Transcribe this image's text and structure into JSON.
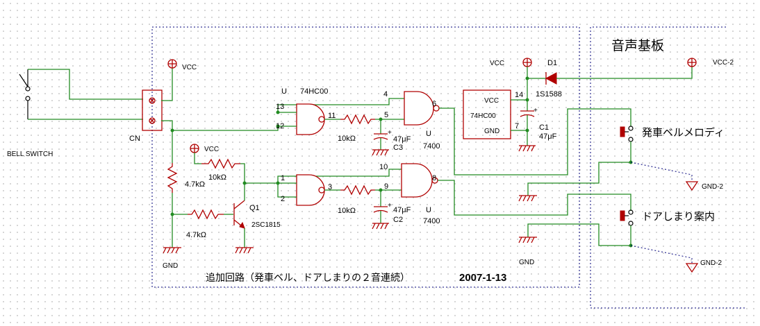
{
  "labels": {
    "bell_switch": "BELL SWITCH",
    "cn": "CN",
    "vcc_left": "VCC",
    "gnd_left": "GND",
    "r_top": "4.7kΩ",
    "r_base": "4.7kΩ",
    "vcc_r": "VCC",
    "r_10k_pull": "10kΩ",
    "q1": "Q1",
    "q1_part": "2SC1815",
    "u_label": "U",
    "ic_74hc00": "74HC00",
    "pin_13": "13",
    "pin_12": "12",
    "pin_11": "11",
    "pin_4": "4",
    "pin_5": "5",
    "pin_6": "6",
    "pin_1": "1",
    "pin_2": "2",
    "pin_3": "3",
    "pin_10": "10",
    "pin_9": "9",
    "pin_8": "8",
    "r1": "10kΩ",
    "r2": "10kΩ",
    "c3_val": "47μF",
    "c3": "C3",
    "c2_val": "47μF",
    "c2": "C2",
    "plus_c3": "+",
    "plus_c2": "+",
    "u_a": "U",
    "u_a_part": "7400",
    "u_b": "U",
    "u_b_part": "7400",
    "vcc_top": "VCC",
    "d1": "D1",
    "d1_part": "1S1588",
    "ic_box_vcc": "VCC",
    "ic_box_name": "74HC00",
    "ic_box_gnd": "GND",
    "pin_14": "14",
    "pin_7": "7",
    "c1": "C1",
    "c1_val": "47μF",
    "plus_c1": "+",
    "gnd_mid": "GND",
    "voice_board_title": "音声基板",
    "vcc2": "VCC-2",
    "melody": "発車ベルメロディ",
    "door": "ドアしまり案内",
    "gnd2_a": "GND-2",
    "gnd2_b": "GND-2",
    "caption": "追加回路（発車ベル、ドアしまりの２音連続）",
    "date": "2007-1-13"
  }
}
